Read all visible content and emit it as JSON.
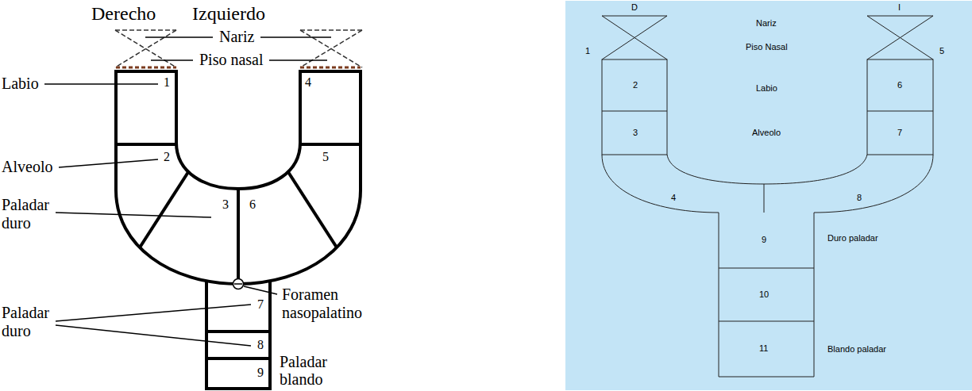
{
  "diagram": {
    "nodes": [
      {
        "text": [
          "1"
        ]
      },
      {
        "text": [
          "2"
        ]
      },
      {
        "text": [
          "3"
        ]
      },
      {
        "text": [
          "4"
        ]
      },
      {
        "text": [
          "5"
        ]
      },
      {
        "text": [
          "6"
        ]
      },
      {
        "text": [
          "7"
        ]
      },
      {
        "text": [
          "8"
        ]
      },
      {
        "text": [
          "9"
        ]
      },
      {
        "text": [
          "2"
        ]
      },
      {
        "text": [
          "3"
        ]
      },
      {
        "text": [
          "4"
        ]
      },
      {
        "text": [
          "6"
        ]
      },
      {
        "text": [
          "7"
        ]
      },
      {
        "text": [
          "8"
        ]
      },
      {
        "text": [
          "9"
        ]
      },
      {
        "text": [
          "10"
        ]
      },
      {
        "text": [
          "11"
        ]
      }
    ],
    "labels": [
      "Derecho",
      "Izquierdo",
      "Nariz",
      "Piso nasal",
      "Labio",
      "Alveolo",
      "Paladar duro",
      "Foramen nasopalatino",
      "Paladar duro",
      "Paladar blando",
      "D",
      "I",
      "1",
      "Nariz",
      "5",
      "Piso Nasal",
      "Labio",
      "Alveolo",
      "Duro paladar",
      "Blando paladar"
    ]
  }
}
